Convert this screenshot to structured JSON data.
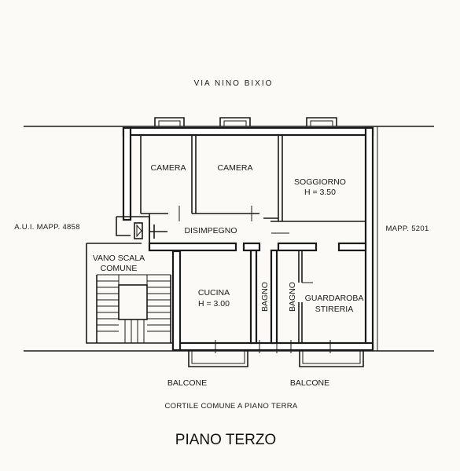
{
  "street_name": "VIA NINO BIXIO",
  "neighbor_left": "A.U.I. MAPP. 4858",
  "neighbor_right": "MAPP. 5201",
  "courtyard_label": "CORTILE COMUNE A PIANO TERRA",
  "floor_title": "PIANO TERZO",
  "rooms": {
    "camera_1": "CAMERA",
    "camera_2": "CAMERA",
    "soggiorno": "SOGGIORNO",
    "soggiorno_height": "H = 3.50",
    "disimpegno": "DISIMPEGNO",
    "vano_scala_1": "VANO SCALA",
    "vano_scala_2": "COMUNE",
    "cucina": "CUCINA",
    "cucina_height": "H = 3.00",
    "bagno_1": "BAGNO",
    "bagno_2": "BAGNO",
    "guardaroba": "GUARDAROBA",
    "stireria": "STIRERIA"
  },
  "balconies": {
    "left": "BALCONE",
    "right": "BALCONE"
  }
}
